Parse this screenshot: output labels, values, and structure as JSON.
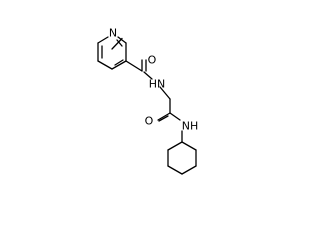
{
  "diagram": {
    "type": "chemical-structure",
    "atom_labels": {
      "pyridine_n": "N",
      "carbonyl_o_1": "O",
      "amide_nh_1": "HN",
      "carbonyl_o_2": "O",
      "amide_nh_2": "NH"
    }
  }
}
